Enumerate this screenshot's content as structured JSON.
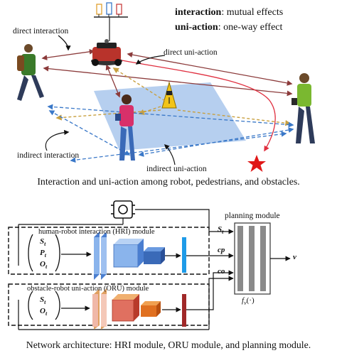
{
  "legend": {
    "interaction_term": "interaction",
    "interaction_desc": ": mutual effects",
    "uniaction_term": "uni-action",
    "uniaction_desc": ": one-way effect"
  },
  "scene_labels": {
    "direct_interaction": "direct interaction",
    "direct_uni_action": "direct uni-action",
    "indirect_interaction": "indirect interaction",
    "indirect_uni_action": "indirect uni-action"
  },
  "captions": {
    "top": "Interaction and uni-action among robot, pedestrians, and obstacles.",
    "bottom": "Network architecture: HRI module, ORU module, and planning module."
  },
  "network": {
    "planning_module": "planning module",
    "hri_module": "human-robot  interaction (HRI) module",
    "oru_module": "obstacle-robot  uni-action (ORU) module",
    "hri_inputs": [
      "S",
      "P",
      "O"
    ],
    "oru_inputs": [
      "S",
      "O"
    ],
    "input_subscript": "t",
    "planner_inputs": [
      "S",
      "cp",
      "co"
    ],
    "output": "v",
    "function_label": "f",
    "function_subscript": "v",
    "function_arg": "(·)"
  },
  "colors": {
    "direct_arrow": "#8b3a3a",
    "indirect_arrow": "#3a78c8",
    "uni_arrow": "#c8a040",
    "goal_star": "#e01818",
    "floor": "#a9c7ec",
    "hri_block": "#5b8fd8",
    "oru_block": "#d84a3a"
  }
}
